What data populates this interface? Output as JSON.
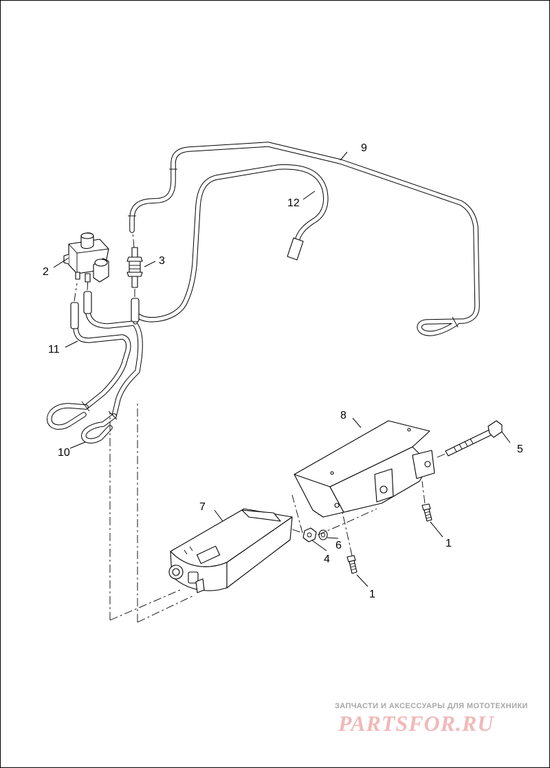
{
  "callouts": [
    "1",
    "1",
    "2",
    "3",
    "4",
    "5",
    "6",
    "7",
    "8",
    "9",
    "10",
    "11",
    "12"
  ],
  "watermark": {
    "tagline": "ЗАПЧАСТИ И АКСЕССУАРЫ ДЛЯ МОТОТЕХНИКИ",
    "logo": "PARTSFOR.RU",
    "tagline_color": "#a7a7a7",
    "logo_color": "#f1b9b9"
  },
  "colors": {
    "line": "#000000",
    "background": "#ffffff"
  }
}
